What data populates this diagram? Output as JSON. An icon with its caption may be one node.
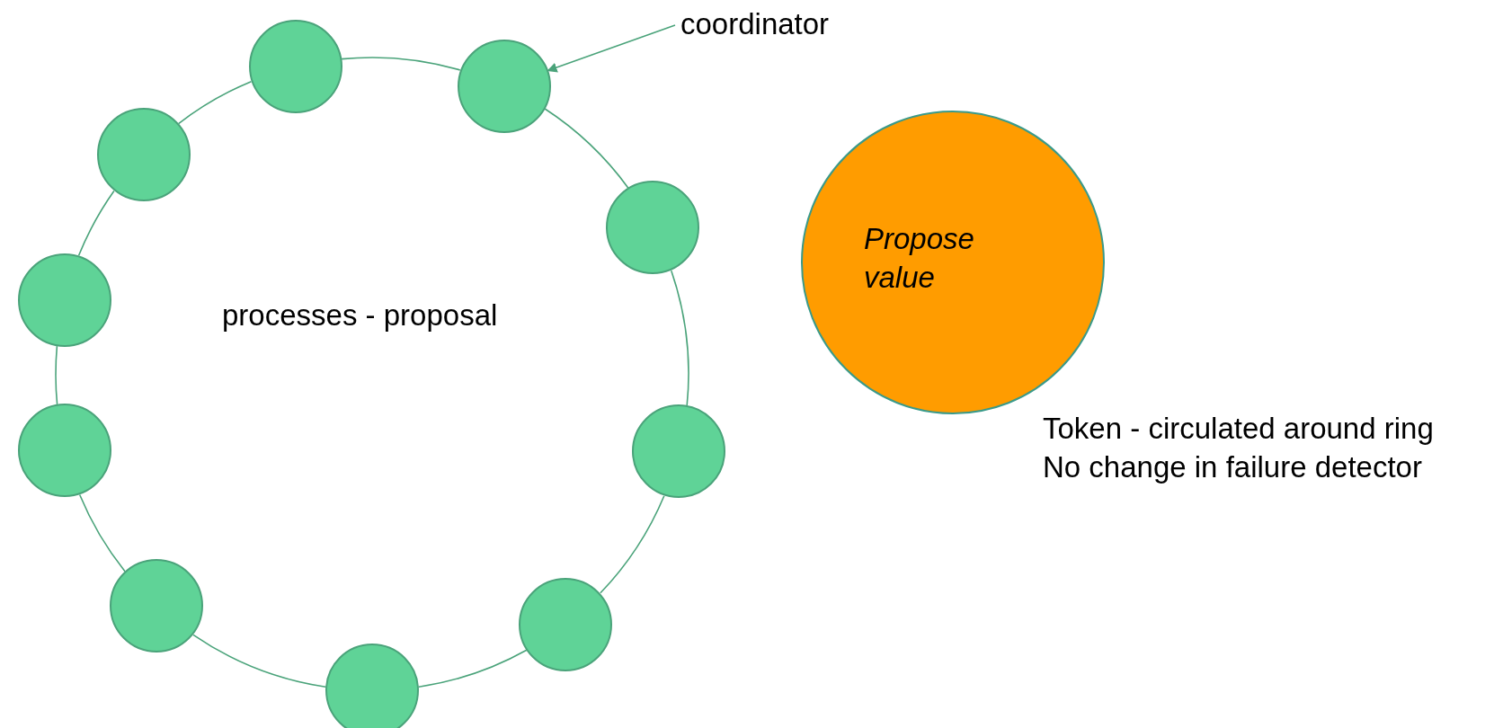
{
  "diagram": {
    "nodes": [
      {
        "text": [],
        "shape": "circle"
      },
      {
        "text": [],
        "shape": "circle"
      },
      {
        "text": [],
        "shape": "circle"
      },
      {
        "text": [],
        "shape": "circle"
      },
      {
        "text": [],
        "shape": "circle"
      },
      {
        "text": [],
        "shape": "circle"
      },
      {
        "text": [],
        "shape": "circle"
      },
      {
        "text": [],
        "shape": "circle"
      },
      {
        "text": [],
        "shape": "circle"
      },
      {
        "text": [],
        "shape": "circle"
      },
      {
        "text": [
          "coordinator"
        ]
      },
      {
        "text": [
          "Propose value"
        ]
      }
    ],
    "edges": [
      {
        "from": 0,
        "to": 1,
        "arrow": "none"
      },
      {
        "from": 1,
        "to": 2,
        "arrow": "none"
      },
      {
        "from": 2,
        "to": 3,
        "arrow": "none"
      },
      {
        "from": 3,
        "to": 4,
        "arrow": "none"
      },
      {
        "from": 4,
        "to": 5,
        "arrow": "none"
      },
      {
        "from": 5,
        "to": 6,
        "arrow": "none"
      },
      {
        "from": 6,
        "to": 7,
        "arrow": "none"
      },
      {
        "from": 7,
        "to": 8,
        "arrow": "none"
      },
      {
        "from": 8,
        "to": 9,
        "arrow": "none"
      },
      {
        "from": 9,
        "to": 0,
        "arrow": "none"
      },
      {
        "from": 10,
        "to": 1,
        "arrow": "to"
      }
    ],
    "labels": [
      "processes - proposal",
      "Token - circulated around ring",
      "No change in failure detector"
    ]
  }
}
